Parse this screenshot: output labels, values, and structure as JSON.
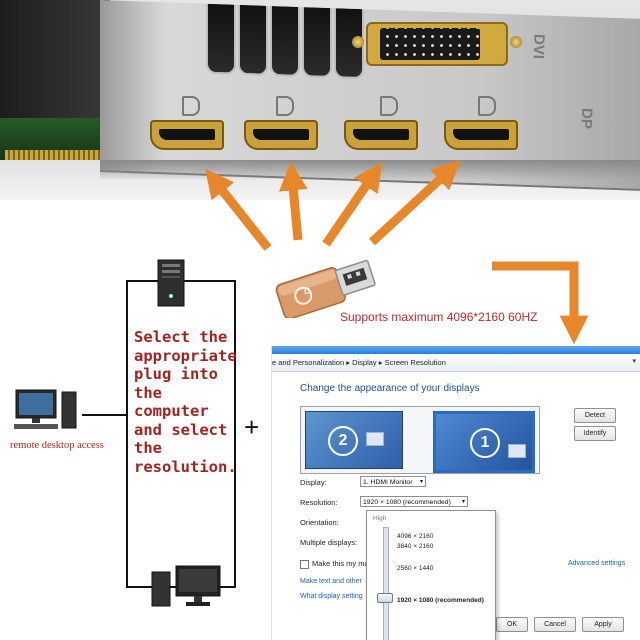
{
  "gpu_bracket": {
    "side_text_1": "DVI",
    "side_text_2": "DP"
  },
  "adapter": {
    "logo_letter": "D"
  },
  "support_text": "Supports maximum 4096*2160 60HZ",
  "instruction_text": "Select the appropriate plug into the computer and select the resolution.",
  "plus_symbol": "+",
  "remote_label": "remote desktop access",
  "windows": {
    "breadcrumb": "e and Personalization  ▸  Display  ▸  Screen Resolution",
    "title": "Change the appearance of your displays",
    "monitor_2": "2",
    "monitor_1": "1",
    "detect_button": "Detect",
    "identify_button": "Identify",
    "display_label": "Display:",
    "display_value": "1. HDMI Monitor",
    "resolution_label": "Resolution:",
    "resolution_value": "1920 × 1080 (recommended)",
    "orientation_label": "Orientation:",
    "multiple_label": "Multiple displays:",
    "make_text": "Make this my ma",
    "advanced_link": "Advanced settings",
    "text_link": "Make text and other",
    "what_link": "What display setting",
    "ok_button": "OK",
    "cancel_button": "Cancel",
    "apply_button": "Apply",
    "dropdown": {
      "high_label": "High",
      "options": [
        "4096 × 2160",
        "3840 × 2160",
        "2560 × 1440",
        "1920 × 1080 (recommended)"
      ]
    }
  },
  "colors": {
    "arrow": "#e8862a",
    "instruction": "#a3231f",
    "support_text": "#c1272d"
  }
}
